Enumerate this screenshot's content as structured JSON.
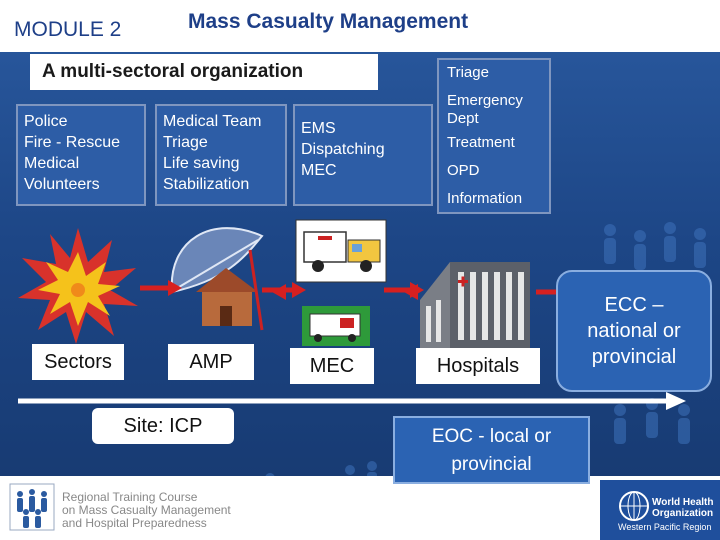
{
  "header": {
    "module": "MODULE 2",
    "title": "Mass Casualty Management",
    "subtitle": "A multi-sectoral organization"
  },
  "boxes": {
    "police_lines": [
      "Police",
      "Fire - Rescue",
      "Medical",
      "Volunteers"
    ],
    "medical_team_lines": [
      "Medical Team",
      "Triage",
      "Life saving",
      "Stabilization"
    ],
    "ems_lines": [
      "EMS",
      "Dispatching",
      "MEC"
    ],
    "hospital_dept_lines": [
      "Triage",
      "Emergency",
      "Dept",
      "Treatment",
      "OPD",
      "Information"
    ]
  },
  "labels": {
    "sectors": "Sectors",
    "amp": "AMP",
    "mec": "MEC",
    "hospitals": "Hospitals",
    "site": "Site: ICP",
    "ecc": [
      "ECC –",
      "national or",
      "provincial"
    ],
    "eoc": [
      "EOC - local or",
      "provincial"
    ]
  },
  "footer": {
    "course_lines": [
      "Regional Training Course",
      "on Mass Casualty Management",
      "and Hospital Preparedness"
    ],
    "who_name": [
      "World Health",
      "Organization"
    ],
    "who_region": "Western Pacific Region"
  },
  "colors": {
    "title_blue": "#1e3f88",
    "box_blue": "#2d5da6",
    "arrow_red": "#d62020",
    "timeline": "#ffffff"
  }
}
